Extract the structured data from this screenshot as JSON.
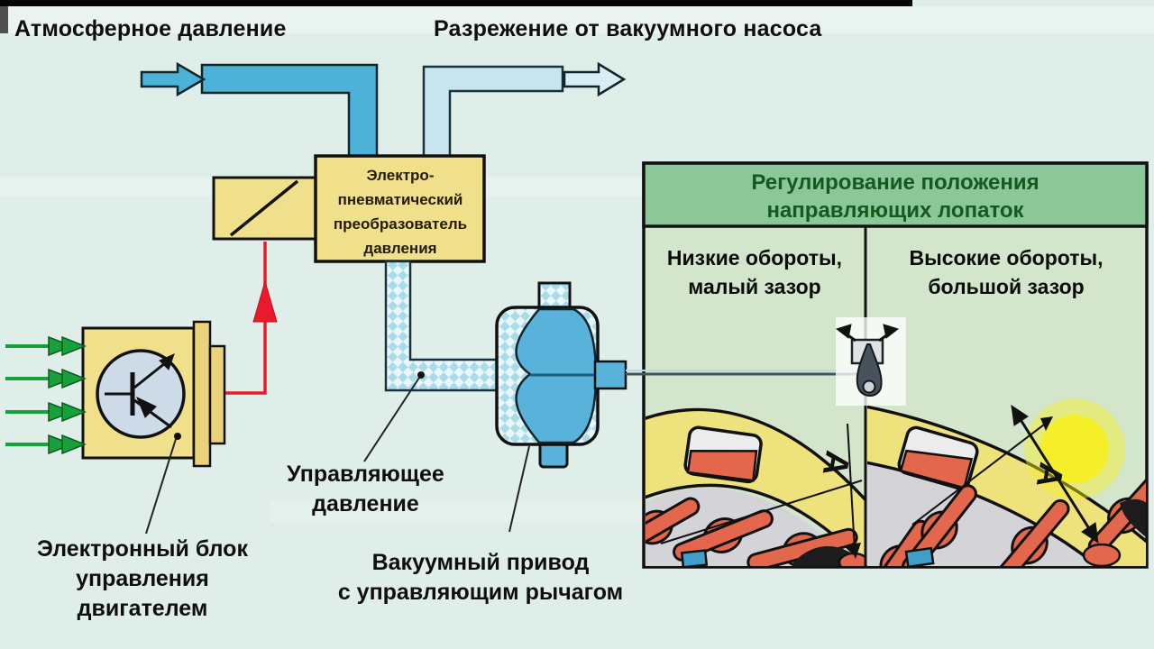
{
  "labels": {
    "atmospheric_pressure": "Атмосферное давление",
    "vacuum_pump": "Разрежение от вакуумного насоса",
    "control_pressure_line1": "Управляющее",
    "control_pressure_line2": "давление",
    "actuator_line1": "Вакуумный привод",
    "actuator_line2": "с управляющим рычагом",
    "ecu_line1": "Электронный блок",
    "ecu_line2": "управления",
    "ecu_line3": "двигателем"
  },
  "converter_box": {
    "line1": "Электро-",
    "line2": "пневматический",
    "line3": "преобразователь",
    "line4": "давления"
  },
  "panel": {
    "title_line1": "Регулирование положения",
    "title_line2": "направляющих лопаток",
    "left_column": {
      "title_line1": "Низкие обороты,",
      "title_line2": "малый зазор",
      "marker": "A"
    },
    "right_column": {
      "title_line1": "Высокие обороты,",
      "title_line2": "большой зазор",
      "marker": "A"
    }
  },
  "colors": {
    "background": "#e0eeea",
    "pipe_dark_blue": "#4cb2d8",
    "pipe_light_blue": "#c8e4ee",
    "box_yellow": "#f0df8b",
    "header_green": "#8cc79a",
    "header_text_green": "#14591f",
    "column_bg_green": "#d3e5cb",
    "turbine_ring_yellow": "#eee27c",
    "vane_red": "#e2674c",
    "signal_red": "#ea1a2d",
    "input_arrow_green": "#18a13a",
    "actuator_blue": "#58b2da",
    "disc_gray": "#d3d3d8",
    "glow_yellow": "#f6ef25"
  }
}
